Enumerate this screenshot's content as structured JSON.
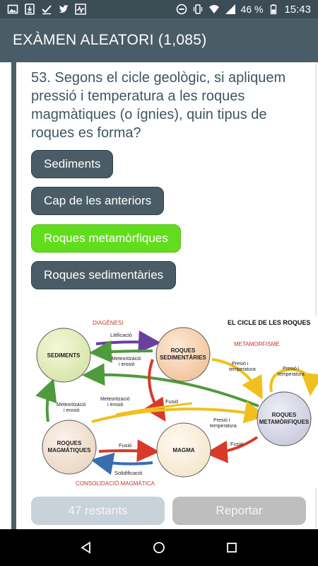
{
  "status_bar": {
    "battery": "46 %",
    "time": "15:43",
    "icons_left": [
      "image-icon",
      "download-icon",
      "check-icon",
      "twitter-icon",
      "activity-icon"
    ],
    "icons_right": [
      "dnd-icon",
      "vibrate-icon",
      "wifi-icon",
      "signal-icon",
      "battery-icon"
    ]
  },
  "app_bar": {
    "title": "EXÀMEN ALEATORI (1,085)"
  },
  "question": {
    "text": "53. Segons el cicle geològic, si apliquem pressió i temperatura a les roques magmàtiques (o ígnies), quin tipus de roques es forma?"
  },
  "answers": [
    {
      "label": "Sediments",
      "state": "default"
    },
    {
      "label": "Cap de les anteriors",
      "state": "default"
    },
    {
      "label": "Roques metamòrfiques",
      "state": "correct"
    },
    {
      "label": "Roques sedimentàries",
      "state": "default"
    }
  ],
  "diagram": {
    "title": "EL CICLE DE LES ROQUES",
    "nodes": {
      "sediments": "SEDIMENTS",
      "sedimentaries": [
        "ROQUES",
        "SEDIMENTÀRIES"
      ],
      "metamorfiques": [
        "ROQUES",
        "METAMÒRFIQUES"
      ],
      "magmatiques": [
        "ROQUES",
        "MAGMÀTIQUES"
      ],
      "magma": "MAGMA"
    },
    "labels": {
      "diagenesi": "DIAGÈNESI",
      "metamorfisme": "METAMORFISME",
      "consolidacio": "CONSOLIDACIÓ MAGMÀTICA",
      "litificacio": "Litificació",
      "meteor1": [
        "Meteorització",
        "i erosió"
      ],
      "pt1": [
        "Presió i",
        "temperatura"
      ],
      "pt2": [
        "Presió i",
        "temperatura"
      ],
      "pt3": [
        "Presió i",
        "temperatura"
      ],
      "meteor2": [
        "Meteorització",
        "i erosió"
      ],
      "meteor3": [
        "Meteorització",
        "i erosió"
      ],
      "fusio1": "Fusió",
      "fusio2": "Fusió",
      "fusio3": "Fusió",
      "solidificacio": "Solidificació"
    }
  },
  "footer": {
    "remaining": "47 restants",
    "report": "Reportar"
  },
  "nav": {
    "back": "back-icon",
    "home": "home-icon",
    "recents": "recents-icon"
  }
}
